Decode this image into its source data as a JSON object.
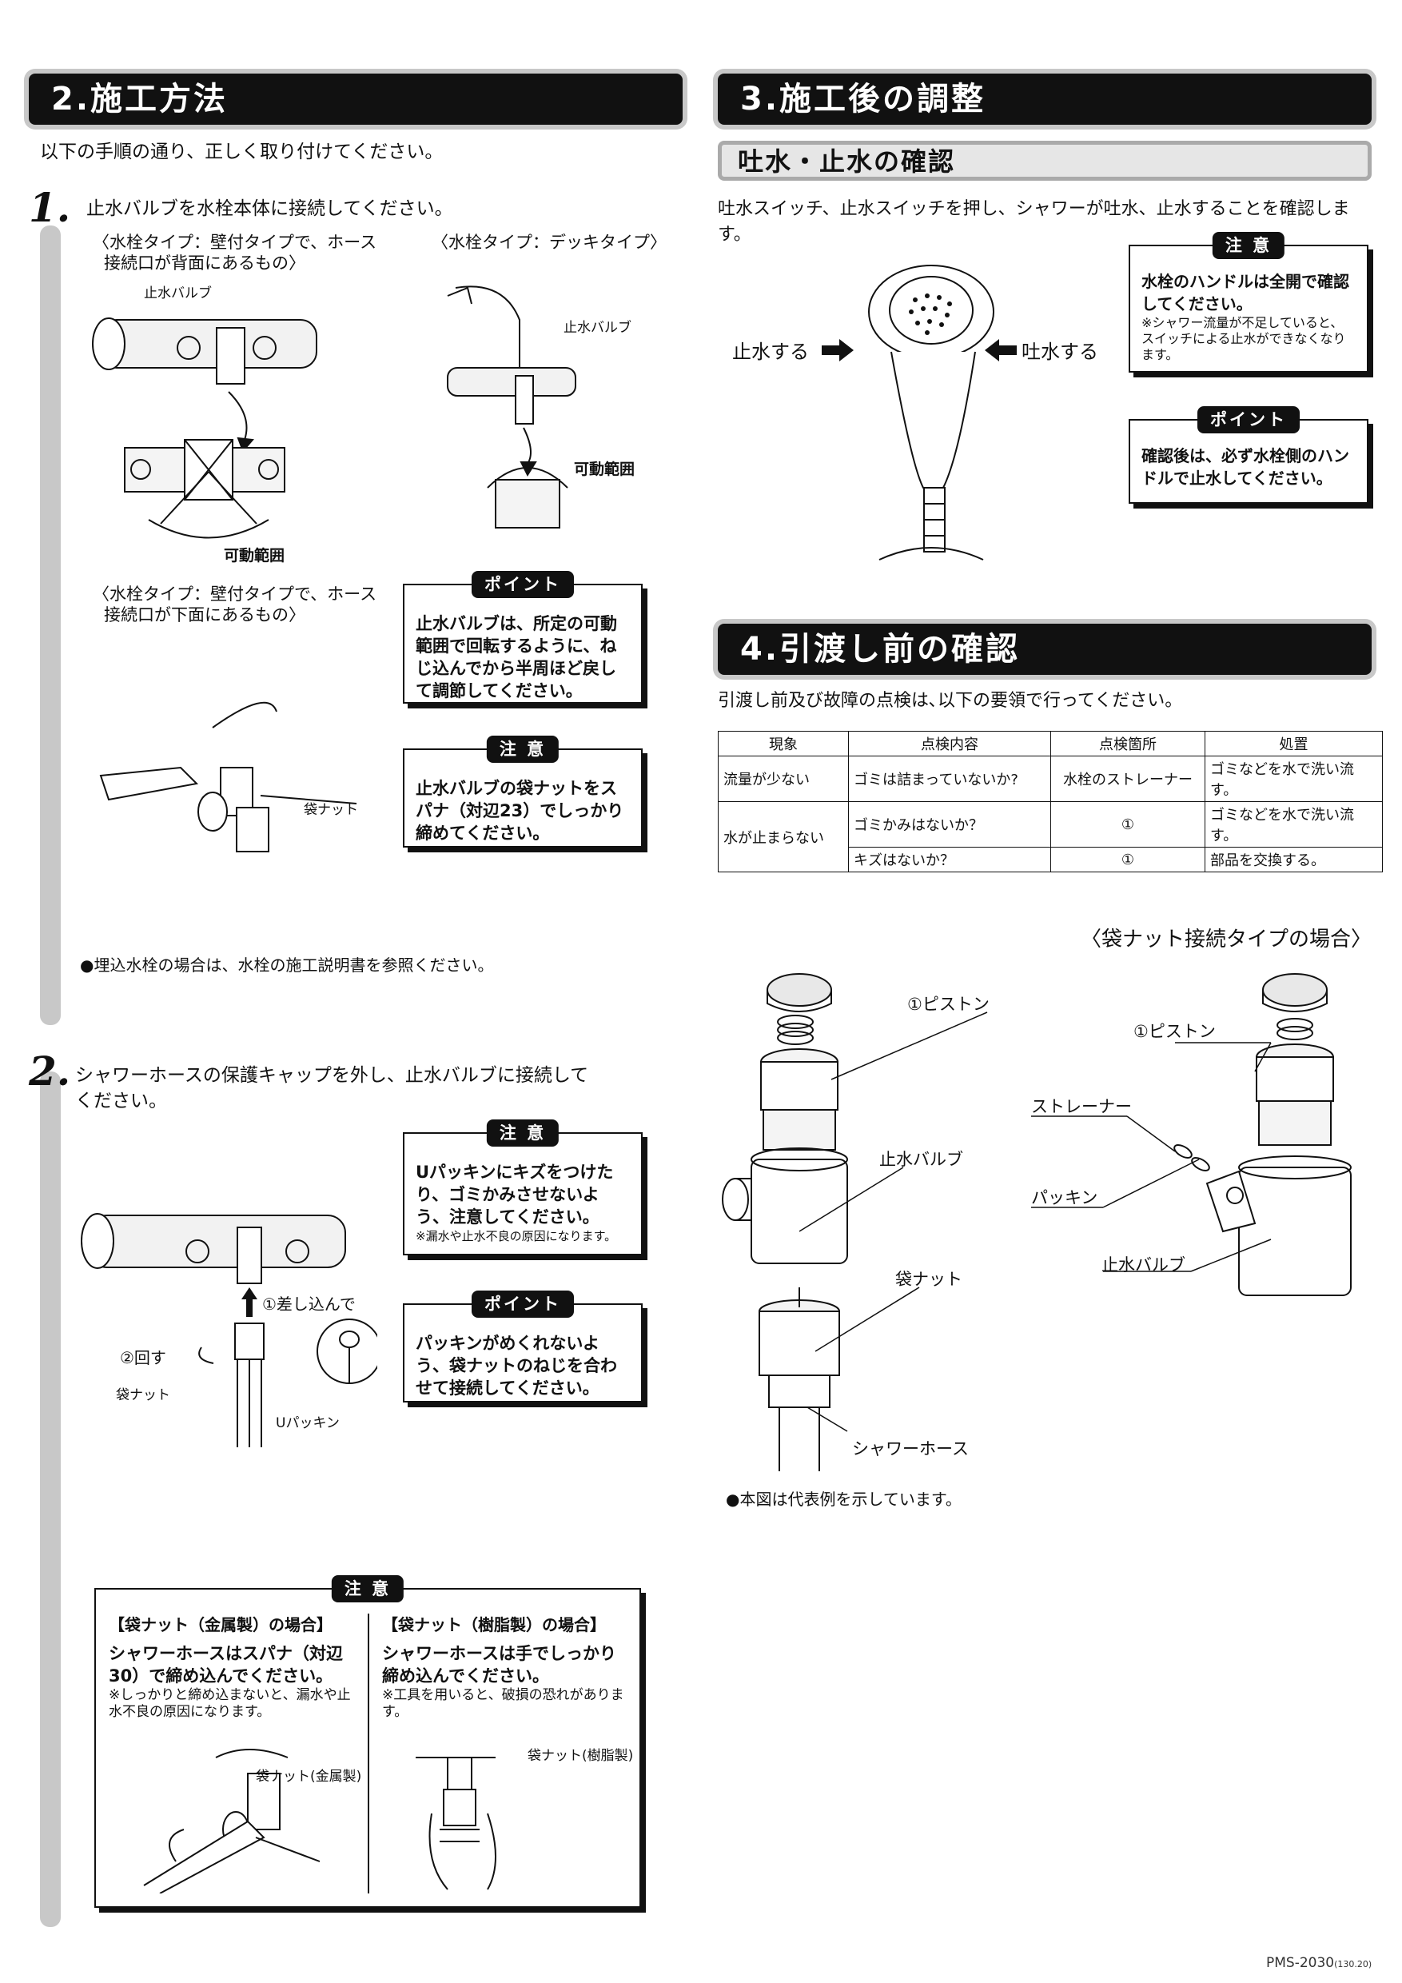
{
  "sec2": {
    "title": "2.施工方法",
    "intro": "以下の手順の通り、正しく取り付けてください。",
    "step1": {
      "num": "1.",
      "text": "止水バルブを水栓本体に接続してください。",
      "type_a_line1": "〈水栓タイプ：壁付タイプで、ホース",
      "type_a_line2": "接続口が背面にあるもの〉",
      "type_b": "〈水栓タイプ：デッキタイプ〉",
      "type_c_line1": "〈水栓タイプ：壁付タイプで、ホース",
      "type_c_line2": "接続口が下面にあるもの〉",
      "label_valve_a": "止水バルブ",
      "label_valve_b": "止水バルブ",
      "label_range_a": "可動範囲",
      "label_range_b": "可動範囲",
      "label_nut": "袋ナット",
      "point_tag": "ポイント",
      "point_text": "止水バルブは、所定の可動範囲で回転するように、ねじ込んでから半周ほど戻して調節してください。",
      "caution_tag": "注 意",
      "caution_text": "止水バルブの袋ナットをスパナ（対辺23）でしっかり締めてください。",
      "footnote": "●埋込水栓の場合は、水栓の施工説明書を参照ください。"
    },
    "step2": {
      "num": "2.",
      "text_line1": "シャワーホースの保護キャップを外し、止水バルブに接続して",
      "text_line2": "ください。",
      "label_insert": "①差し込んで",
      "label_turn": "②回す",
      "label_nut": "袋ナット",
      "label_packing": "Uパッキン",
      "caution_tag": "注 意",
      "caution_text": "Uパッキンにキズをつけたり、ゴミかみさせないよう、注意してください。",
      "caution_note": "※漏水や止水不良の原因になります。",
      "point_tag": "ポイント",
      "point_text": "パッキンがめくれないよう、袋ナットのねじを合わせて接続してください。"
    },
    "bottom_caution": {
      "tag": "注 意",
      "left_title": "【袋ナット（金属製）の場合】",
      "left_text": "シャワーホースはスパナ（対辺30）で締め込んでください。",
      "left_note": "※しっかりと締め込まないと、漏水や止水不良の原因になります。",
      "left_label": "袋ナット(金属製)",
      "right_title": "【袋ナット（樹脂製）の場合】",
      "right_text": "シャワーホースは手でしっかり締め込んでください。",
      "right_note": "※工具を用いると、破損の恐れがあります。",
      "right_label": "袋ナット(樹脂製)"
    }
  },
  "sec3": {
    "title": "3.施工後の調整",
    "sub_title": "吐水・止水の確認",
    "text": "吐水スイッチ、止水スイッチを押し、シャワーが吐水、止水することを確認します。",
    "label_left": "止水する",
    "label_right": "吐水する",
    "caution_tag": "注 意",
    "caution_text": "水栓のハンドルは全開で確認してください。",
    "caution_note": "※シャワー流量が不足していると、スイッチによる止水ができなくなります。",
    "point_tag": "ポイント",
    "point_text": "確認後は、必ず水栓側のハンドルで止水してください。"
  },
  "sec4": {
    "title": "4.引渡し前の確認",
    "text": "引渡し前及び故障の点検は､以下の要領で行ってください。",
    "table": {
      "headers": [
        "現象",
        "点検内容",
        "点検箇所",
        "処置"
      ],
      "r1": [
        "流量が少ない",
        "ゴミは詰まっていないか?",
        "水栓のストレーナー",
        "ゴミなどを水で洗い流す。"
      ],
      "r2_symptom": "水が止まらない",
      "r2": [
        "ゴミかみはないか？",
        "①",
        "ゴミなどを水で洗い流す。"
      ],
      "r3": [
        "キズはないか？",
        "①",
        "部品を交換する。"
      ]
    }
  },
  "diagram": {
    "title": "〈袋ナット接続タイプの場合〉",
    "left_piston": "①ピストン",
    "left_valve": "止水バルブ",
    "left_nut": "袋ナット",
    "left_hose": "シャワーホース",
    "right_piston": "①ピストン",
    "right_strainer": "ストレーナー",
    "right_packing": "パッキン",
    "right_valve": "止水バルブ",
    "note": "●本図は代表例を示しています。"
  },
  "footer": {
    "code": "PMS-2030",
    "rev": "(130.20)"
  }
}
